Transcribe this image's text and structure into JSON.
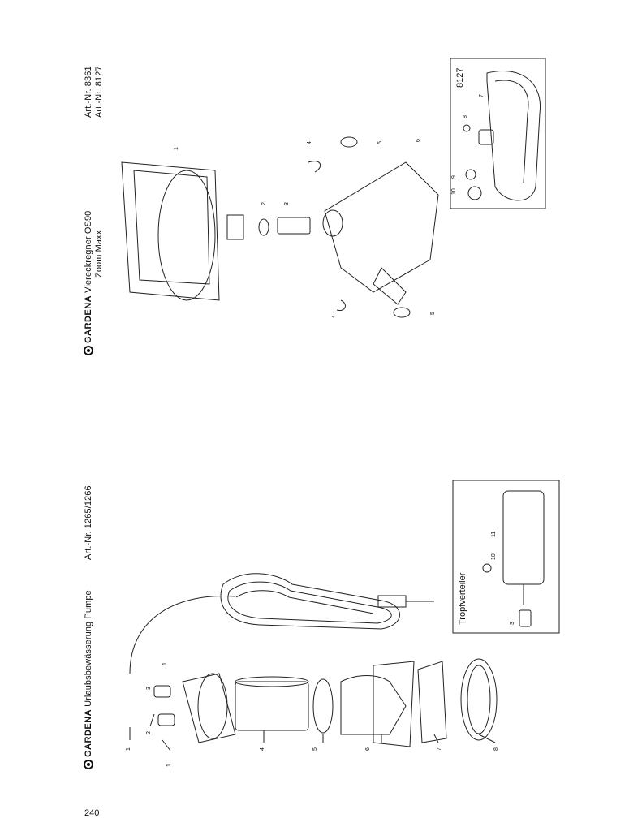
{
  "page": {
    "number": "240"
  },
  "left_section": {
    "brand": "GARDENA",
    "product_title": "Urlaubsbewässerung Pumpe",
    "article_number": "Art.-Nr. 1265/1266",
    "inset_title": "Tropfverteiler",
    "part_labels": [
      "1",
      "1",
      "1",
      "2",
      "3",
      "4",
      "5",
      "6",
      "7",
      "8"
    ],
    "inset_labels": [
      "3",
      "10",
      "11"
    ]
  },
  "right_section": {
    "brand": "GARDENA",
    "product_title_line1": "Viereckregner OS90",
    "product_title_line2": "Zoom Maxx",
    "article_number_line1": "Art.-Nr. 8361",
    "article_number_line2": "Art.-Nr. 8127",
    "inset_title": "8127",
    "part_labels": [
      "1",
      "2",
      "3",
      "4",
      "4",
      "5",
      "5",
      "6"
    ],
    "inset_labels": [
      "7",
      "8",
      "9",
      "10"
    ]
  }
}
